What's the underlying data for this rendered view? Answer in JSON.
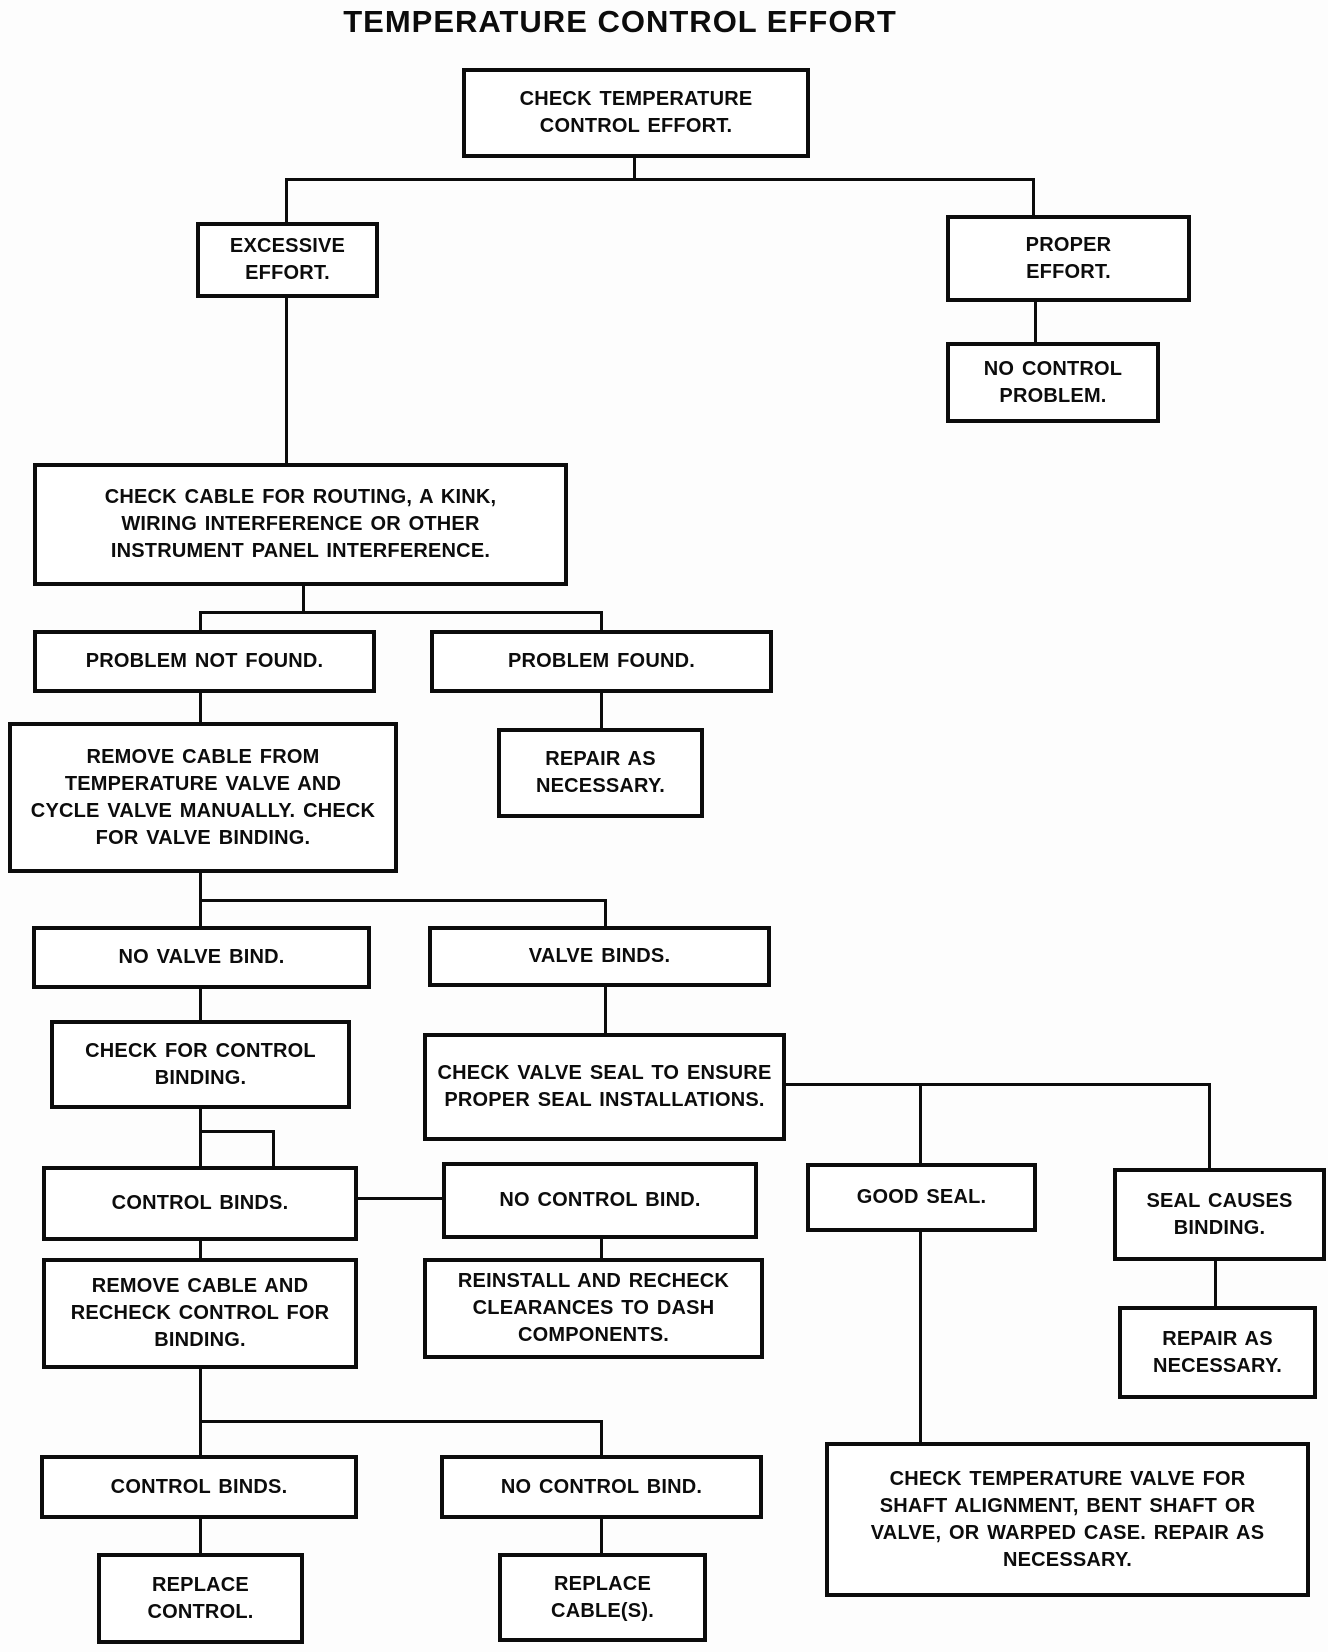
{
  "title": "TEMPERATURE CONTROL EFFORT",
  "ink_color": "#0c0c0c",
  "background_color": "#fdfdfd",
  "nodes": {
    "check_effort": {
      "text": "CHECK TEMPERATURE\nCONTROL EFFORT."
    },
    "excessive": {
      "text": "EXCESSIVE\nEFFORT."
    },
    "proper": {
      "text": "PROPER\nEFFORT."
    },
    "no_problem": {
      "text": "NO CONTROL\nPROBLEM."
    },
    "check_cable": {
      "text": "CHECK CABLE FOR ROUTING, A KINK,\nWIRING INTERFERENCE OR OTHER\nINSTRUMENT PANEL INTERFERENCE."
    },
    "problem_not_found": {
      "text": "PROBLEM NOT FOUND."
    },
    "problem_found": {
      "text": "PROBLEM FOUND."
    },
    "repair_1": {
      "text": "REPAIR AS\nNECESSARY."
    },
    "remove_cable_1": {
      "text": "REMOVE CABLE FROM\nTEMPERATURE VALVE AND\nCYCLE VALVE MANUALLY. CHECK\nFOR VALVE BINDING."
    },
    "no_valve_bind": {
      "text": "NO VALVE BIND."
    },
    "valve_binds": {
      "text": "VALVE BINDS."
    },
    "check_control_binding": {
      "text": "CHECK FOR CONTROL\nBINDING."
    },
    "check_valve_seal": {
      "text": "CHECK VALVE SEAL TO ENSURE\nPROPER SEAL INSTALLATIONS."
    },
    "control_binds_1": {
      "text": "CONTROL BINDS."
    },
    "no_control_bind_1": {
      "text": "NO CONTROL BIND."
    },
    "good_seal": {
      "text": "GOOD SEAL."
    },
    "seal_causes_binding": {
      "text": "SEAL CAUSES\nBINDING."
    },
    "remove_cable_2": {
      "text": "REMOVE CABLE AND\nRECHECK CONTROL FOR\nBINDING."
    },
    "reinstall": {
      "text": "REINSTALL AND RECHECK\nCLEARANCES TO DASH\nCOMPONENTS."
    },
    "repair_2": {
      "text": "REPAIR AS\nNECESSARY."
    },
    "check_temp_valve": {
      "text": "CHECK TEMPERATURE VALVE FOR\nSHAFT ALIGNMENT, BENT SHAFT OR\nVALVE, OR WARPED CASE. REPAIR AS\nNECESSARY."
    },
    "control_binds_2": {
      "text": "CONTROL BINDS."
    },
    "no_control_bind_2": {
      "text": "NO CONTROL BIND."
    },
    "replace_control": {
      "text": "REPLACE\nCONTROL."
    },
    "replace_cable": {
      "text": "REPLACE\nCABLE(S)."
    }
  },
  "edges": [
    {
      "from": "check_effort",
      "to": "excessive"
    },
    {
      "from": "check_effort",
      "to": "proper"
    },
    {
      "from": "proper",
      "to": "no_problem"
    },
    {
      "from": "excessive",
      "to": "check_cable"
    },
    {
      "from": "check_cable",
      "to": "problem_not_found"
    },
    {
      "from": "check_cable",
      "to": "problem_found"
    },
    {
      "from": "problem_found",
      "to": "repair_1"
    },
    {
      "from": "problem_not_found",
      "to": "remove_cable_1"
    },
    {
      "from": "remove_cable_1",
      "to": "no_valve_bind"
    },
    {
      "from": "remove_cable_1",
      "to": "valve_binds"
    },
    {
      "from": "no_valve_bind",
      "to": "check_control_binding"
    },
    {
      "from": "valve_binds",
      "to": "check_valve_seal"
    },
    {
      "from": "check_control_binding",
      "to": "control_binds_1"
    },
    {
      "from": "check_control_binding",
      "to": "no_control_bind_1"
    },
    {
      "from": "check_valve_seal",
      "to": "good_seal"
    },
    {
      "from": "check_valve_seal",
      "to": "seal_causes_binding"
    },
    {
      "from": "control_binds_1",
      "to": "remove_cable_2"
    },
    {
      "from": "no_control_bind_1",
      "to": "reinstall"
    },
    {
      "from": "good_seal",
      "to": "check_temp_valve"
    },
    {
      "from": "seal_causes_binding",
      "to": "repair_2"
    },
    {
      "from": "remove_cable_2",
      "to": "control_binds_2"
    },
    {
      "from": "remove_cable_2",
      "to": "no_control_bind_2"
    },
    {
      "from": "control_binds_2",
      "to": "replace_control"
    },
    {
      "from": "no_control_bind_2",
      "to": "replace_cable"
    }
  ]
}
